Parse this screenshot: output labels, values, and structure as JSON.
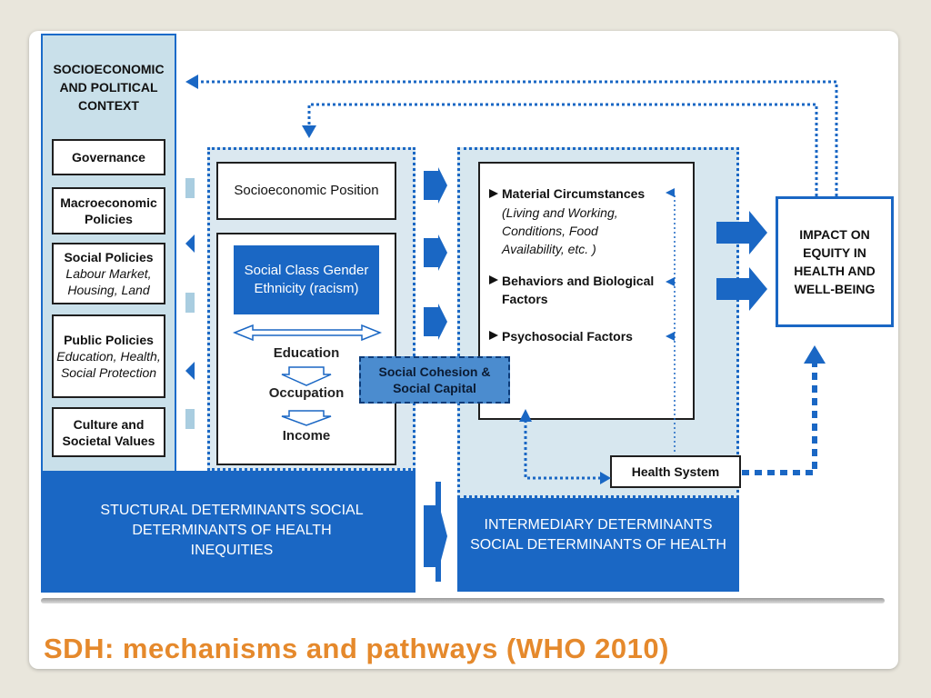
{
  "context": {
    "title": "SOCIOECONOMIC AND POLITICAL CONTEXT",
    "items": [
      {
        "heading": "Governance",
        "sub": ""
      },
      {
        "heading": "Macroeconomic Policies",
        "sub": ""
      },
      {
        "heading": "Social Policies",
        "sub": "Labour Market, Housing, Land"
      },
      {
        "heading": "Public Policies",
        "sub": "Education, Health, Social Protection"
      },
      {
        "heading": "Culture and Societal Values",
        "sub": ""
      }
    ]
  },
  "structural": {
    "position_label": "Socioeconomic Position",
    "class_box": "Social Class Gender Ethnicity (racism)",
    "education": "Education",
    "occupation": "Occupation",
    "income": "Income",
    "band": "STUCTURAL DETERMINANTS SOCIAL DETERMINANTS OF HEALTH INEQUITIES"
  },
  "cohesion": "Social Cohesion & Social Capital",
  "intermediary": {
    "material_heading": "Material Circumstances",
    "material_sub": "(Living and Working, Conditions, Food Availability, etc. )",
    "behaviors": "Behaviors and Biological Factors",
    "psychosocial": "Psychosocial Factors",
    "health_system": "Health System",
    "band": "INTERMEDIARY DETERMINANTS SOCIAL DETERMINANTS OF HEALTH"
  },
  "impact": "IMPACT ON EQUITY IN HEALTH AND WELL-BEING",
  "slide_title": "SDH: mechanisms and pathways (WHO 2010)",
  "colors": {
    "accent": "#1a67c4",
    "title": "#e5892c",
    "panel": "#c9e0ea"
  }
}
